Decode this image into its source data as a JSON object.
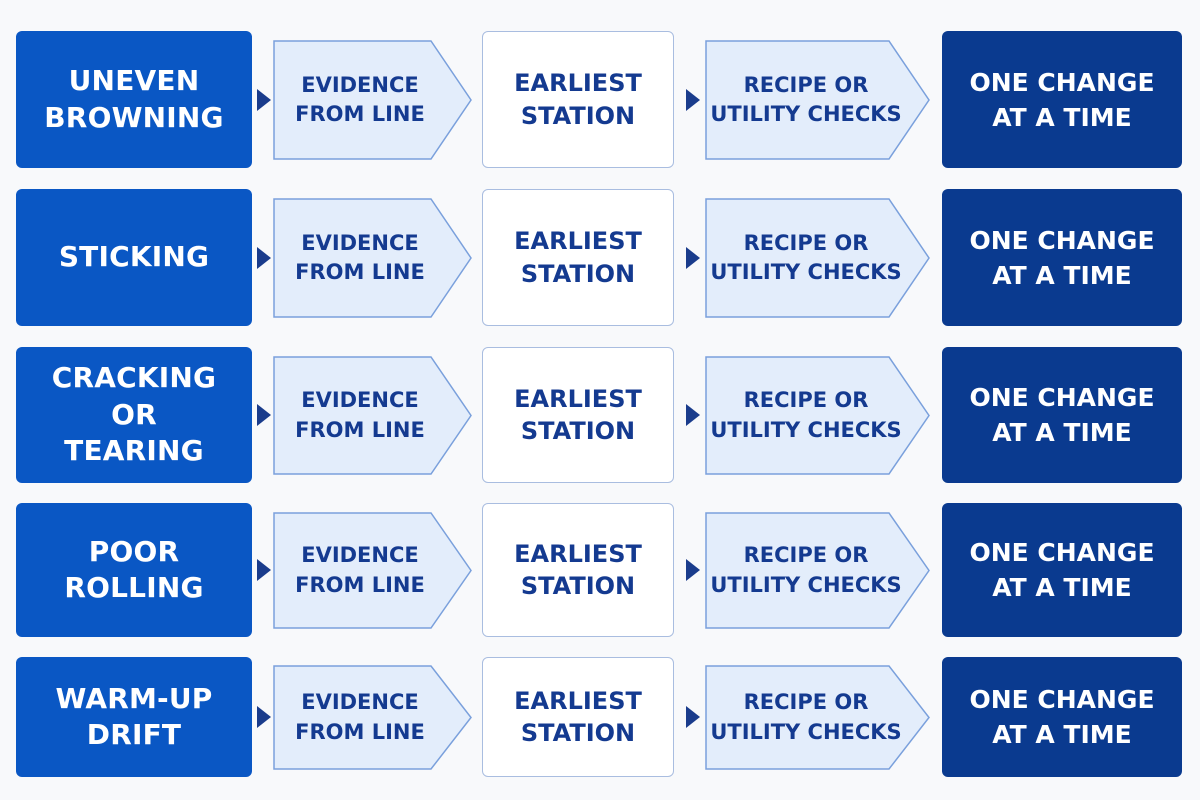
{
  "rows": [
    {
      "issue": [
        "UNEVEN",
        "BROWNING"
      ],
      "evidence": [
        "EVIDENCE",
        "FROM LINE"
      ],
      "station": [
        "EARLIEST",
        "STATION"
      ],
      "checks": [
        "RECIPE OR",
        "UTILITY CHECKS"
      ],
      "change": [
        "ONE CHANGE",
        "AT A TIME"
      ]
    },
    {
      "issue": [
        "STICKING"
      ],
      "evidence": [
        "EVIDENCE",
        "FROM LINE"
      ],
      "station": [
        "EARLIEST",
        "STATION"
      ],
      "checks": [
        "RECIPE OR",
        "UTILITY CHECKS"
      ],
      "change": [
        "ONE CHANGE",
        "AT A TIME"
      ]
    },
    {
      "issue": [
        "CRACKING OR",
        "TEARING"
      ],
      "evidence": [
        "EVIDENCE",
        "FROM LINE"
      ],
      "station": [
        "EARLIEST",
        "STATION"
      ],
      "checks": [
        "RECIPE OR",
        "UTILITY CHECKS"
      ],
      "change": [
        "ONE CHANGE",
        "AT A TIME"
      ]
    },
    {
      "issue": [
        "POOR",
        "ROLLING"
      ],
      "evidence": [
        "EVIDENCE",
        "FROM LINE"
      ],
      "station": [
        "EARLIEST",
        "STATION"
      ],
      "checks": [
        "RECIPE OR",
        "UTILITY CHECKS"
      ],
      "change": [
        "ONE CHANGE",
        "AT A TIME"
      ]
    },
    {
      "issue": [
        "WARM-UP",
        "DRIFT"
      ],
      "evidence": [
        "EVIDENCE",
        "FROM LINE"
      ],
      "station": [
        "EARLIEST",
        "STATION"
      ],
      "checks": [
        "RECIPE OR",
        "UTILITY CHECKS"
      ],
      "change": [
        "ONE CHANGE",
        "AT A TIME"
      ]
    }
  ],
  "colors": {
    "issue_fill": "#0a57c4",
    "chevron_fill": "#e3edfb",
    "chevron_stroke": "#7aa0dc",
    "station_fill": "#ffffff",
    "change_fill": "#0a3a8f",
    "text_dark": "#143a90",
    "arrow": "#1a3c8c"
  }
}
